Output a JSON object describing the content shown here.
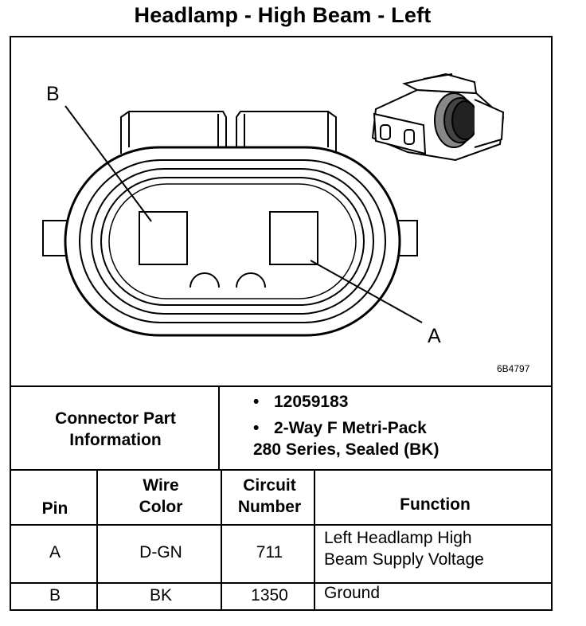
{
  "title": "Headlamp - High Beam - Left",
  "figure_code": "6B4797",
  "callouts": {
    "pin_b": "B",
    "pin_a": "A"
  },
  "connector_info": {
    "label_line1": "Connector Part",
    "label_line2": "Information",
    "bullet": "•",
    "items": [
      {
        "line1": "12059183",
        "line2": ""
      },
      {
        "line1": "2-Way F Metri-Pack",
        "line2": "280 Series, Sealed (BK)"
      }
    ]
  },
  "table": {
    "headers": {
      "pin": "Pin",
      "wire_color_line1": "Wire",
      "wire_color_line2": "Color",
      "circuit_line1": "Circuit",
      "circuit_line2": "Number",
      "function": "Function"
    },
    "rows": [
      {
        "pin": "A",
        "wire_color": "D-GN",
        "circuit": "711",
        "function_line1": "Left Headlamp High",
        "function_line2": "Beam Supply Voltage"
      },
      {
        "pin": "B",
        "wire_color": "BK",
        "circuit": "1350",
        "function_line1": "Ground",
        "function_line2": ""
      }
    ]
  }
}
